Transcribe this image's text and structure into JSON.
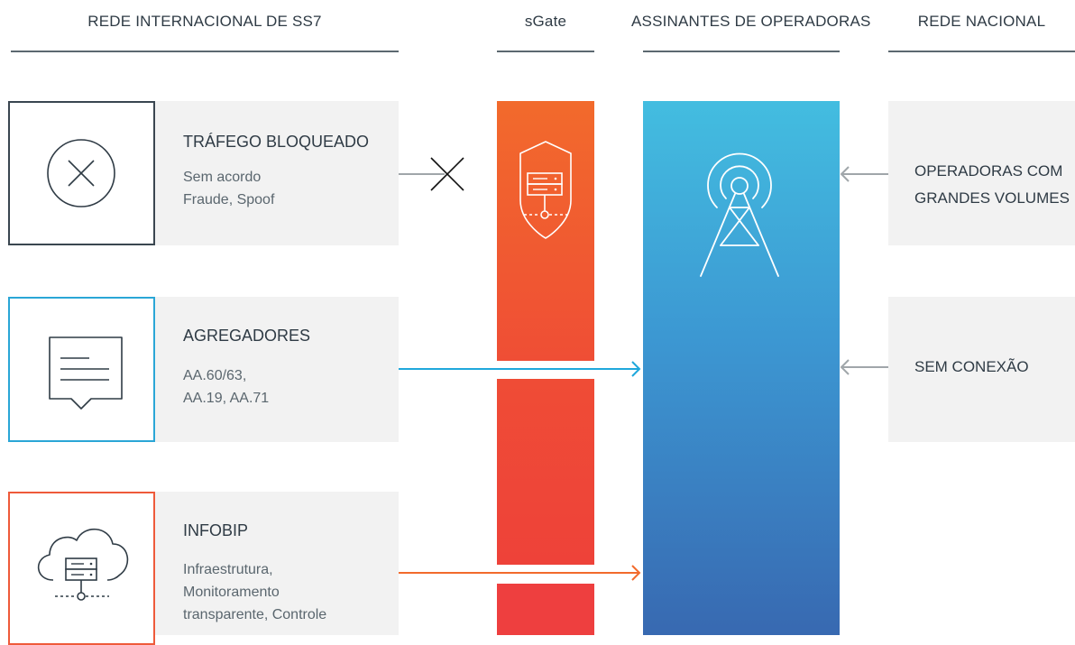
{
  "headers": {
    "international": "REDE INTERNACIONAL DE SS7",
    "sgate": "sGate",
    "subscribers": "ASSINANTES DE OPERADORAS",
    "national": "REDE NACIONAL"
  },
  "sources": [
    {
      "title": "TRÁFEGO BLOQUEADO",
      "lines": "Sem acordo\nFraude, Spoof",
      "border_color": "#3a4650",
      "icon": "x-circle-icon"
    },
    {
      "title": "AGREGADORES",
      "lines": "AA.60/63,\nAA.19, AA.71",
      "border_color": "#2aa6d6",
      "icon": "message-icon"
    },
    {
      "title": "INFOBIP",
      "lines": "Infraestrutura,\nMonitoramento\ntransparente, Controle",
      "border_color": "#ee5a3a",
      "icon": "cloud-server-icon"
    }
  ],
  "national": [
    {
      "label": "OPERADORAS COM\nGRANDES VOLUMES"
    },
    {
      "label": "SEM CONEXÃO"
    }
  ],
  "colors": {
    "sgate_top": "#f26a2c",
    "sgate_bottom": "#ee3f3f",
    "aggregator_arrow": "#1fa8dc",
    "infobip_arrow": "#f26a2c",
    "national_arrow": "#a0a6aa"
  }
}
